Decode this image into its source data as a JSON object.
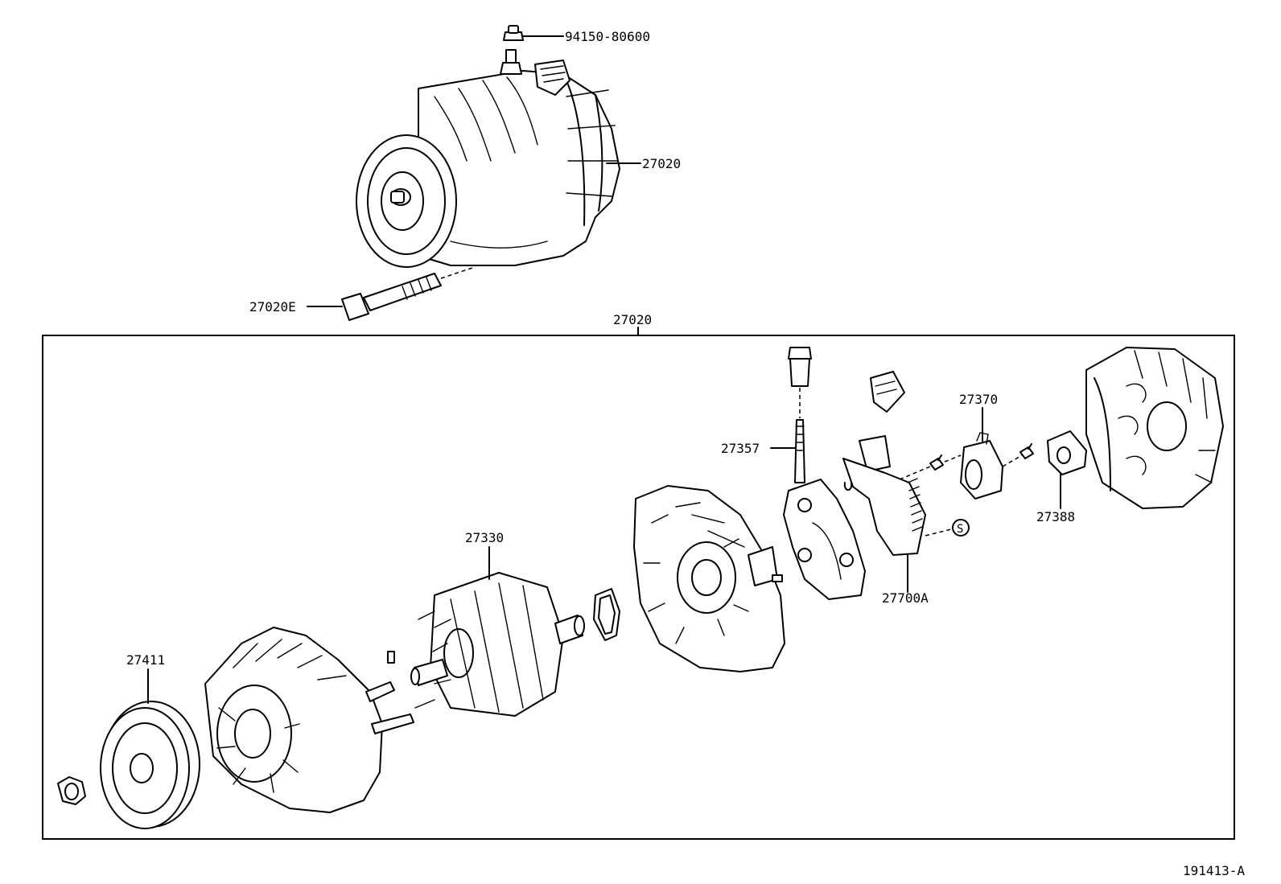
{
  "parts": {
    "bolt_top": "94150-80600",
    "alternator_assy": "27020",
    "mount_bolt": "27020E",
    "group_box": "27020",
    "brush_holder": "27370",
    "terminal_bolt": "27357",
    "cover": "27388",
    "rotor": "27330",
    "regulator": "27700A",
    "pulley": "27411",
    "sealant_symbol": "S"
  },
  "figure_code": "191413-A"
}
